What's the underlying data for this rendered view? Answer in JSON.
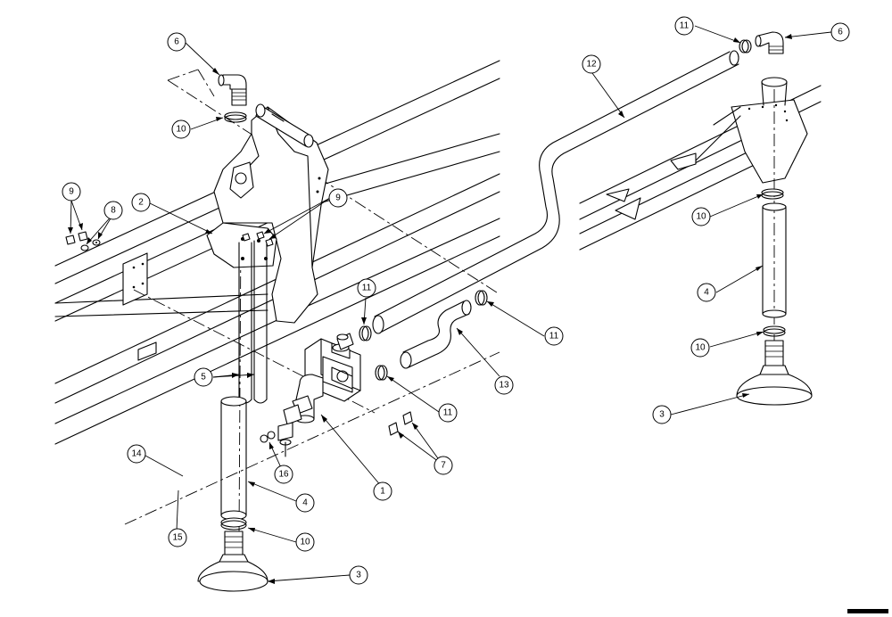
{
  "callouts": [
    {
      "id": "c6-left",
      "label": "6"
    },
    {
      "id": "c10-left",
      "label": "10"
    },
    {
      "id": "c9-left",
      "label": "9"
    },
    {
      "id": "c8",
      "label": "8"
    },
    {
      "id": "c2",
      "label": "2"
    },
    {
      "id": "c9-right",
      "label": "9"
    },
    {
      "id": "c11-a",
      "label": "11"
    },
    {
      "id": "c11-b",
      "label": "11"
    },
    {
      "id": "c11-c",
      "label": "11"
    },
    {
      "id": "c11-top",
      "label": "11"
    },
    {
      "id": "c6-right",
      "label": "6"
    },
    {
      "id": "c12",
      "label": "12"
    },
    {
      "id": "c10-right-top",
      "label": "10"
    },
    {
      "id": "c4-right",
      "label": "4"
    },
    {
      "id": "c10-right-bot",
      "label": "10"
    },
    {
      "id": "c3-right",
      "label": "3"
    },
    {
      "id": "c13",
      "label": "13"
    },
    {
      "id": "c5",
      "label": "5"
    },
    {
      "id": "c7",
      "label": "7"
    },
    {
      "id": "c1",
      "label": "1"
    },
    {
      "id": "c16",
      "label": "16"
    },
    {
      "id": "c14",
      "label": "14"
    },
    {
      "id": "c15",
      "label": "15"
    },
    {
      "id": "c4-left",
      "label": "4"
    },
    {
      "id": "c10-left-bot",
      "label": "10"
    },
    {
      "id": "c3-left",
      "label": "3"
    }
  ]
}
